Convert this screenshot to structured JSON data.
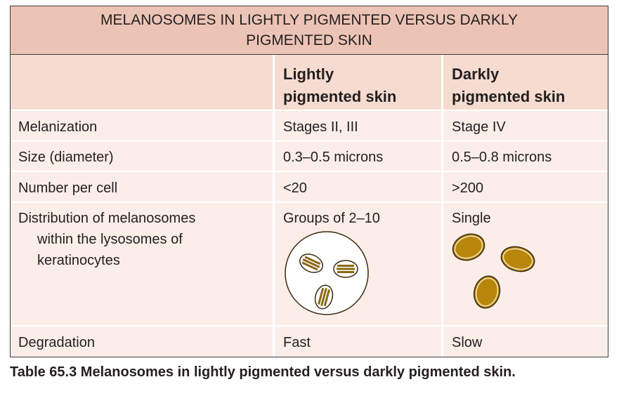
{
  "table": {
    "title_line1": "MELANOSOMES IN LIGHTLY PIGMENTED VERSUS DARKLY",
    "title_line2": "PIGMENTED SKIN",
    "headers": {
      "col1": "",
      "col2_line1": "Lightly",
      "col2_line2": "pigmented skin",
      "col3_line1": "Darkly",
      "col3_line2": "pigmented skin"
    },
    "rows": [
      {
        "label": "Melanization",
        "light": "Stages II, III",
        "dark": "Stage IV"
      },
      {
        "label": "Size (diameter)",
        "light": "0.3–0.5 microns",
        "dark": "0.5–0.8 microns"
      },
      {
        "label": "Number per cell",
        "light": "<20",
        "dark": ">200"
      },
      {
        "label_line1": "Distribution of melanosomes",
        "label_line2": "within the lysosomes of",
        "label_line3": "keratinocytes",
        "light": "Groups of 2–10",
        "dark": "Single"
      },
      {
        "label": "Degradation",
        "light": "Fast",
        "dark": "Slow"
      }
    ],
    "colors": {
      "title_band": "#ecc4b5",
      "header_band": "#f6dbd0",
      "body": "#fbeee9",
      "melanosome_fill": "#b8860b",
      "melanosome_outline": "#3a2a10"
    }
  },
  "caption": {
    "prefix": "Table 65.3",
    "text": " Melanosomes in lightly pigmented versus darkly pigmented skin."
  }
}
